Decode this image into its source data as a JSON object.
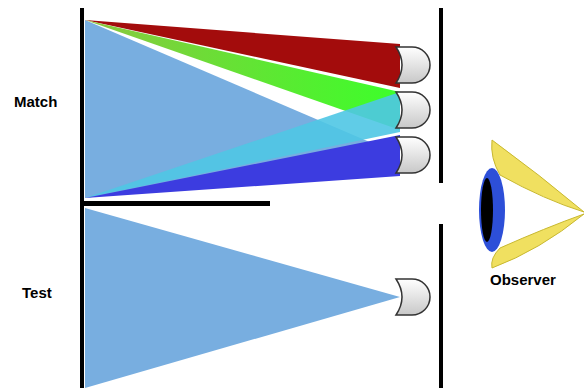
{
  "diagram": {
    "labels": [
      "Match",
      "Test",
      "Observer"
    ]
  }
}
